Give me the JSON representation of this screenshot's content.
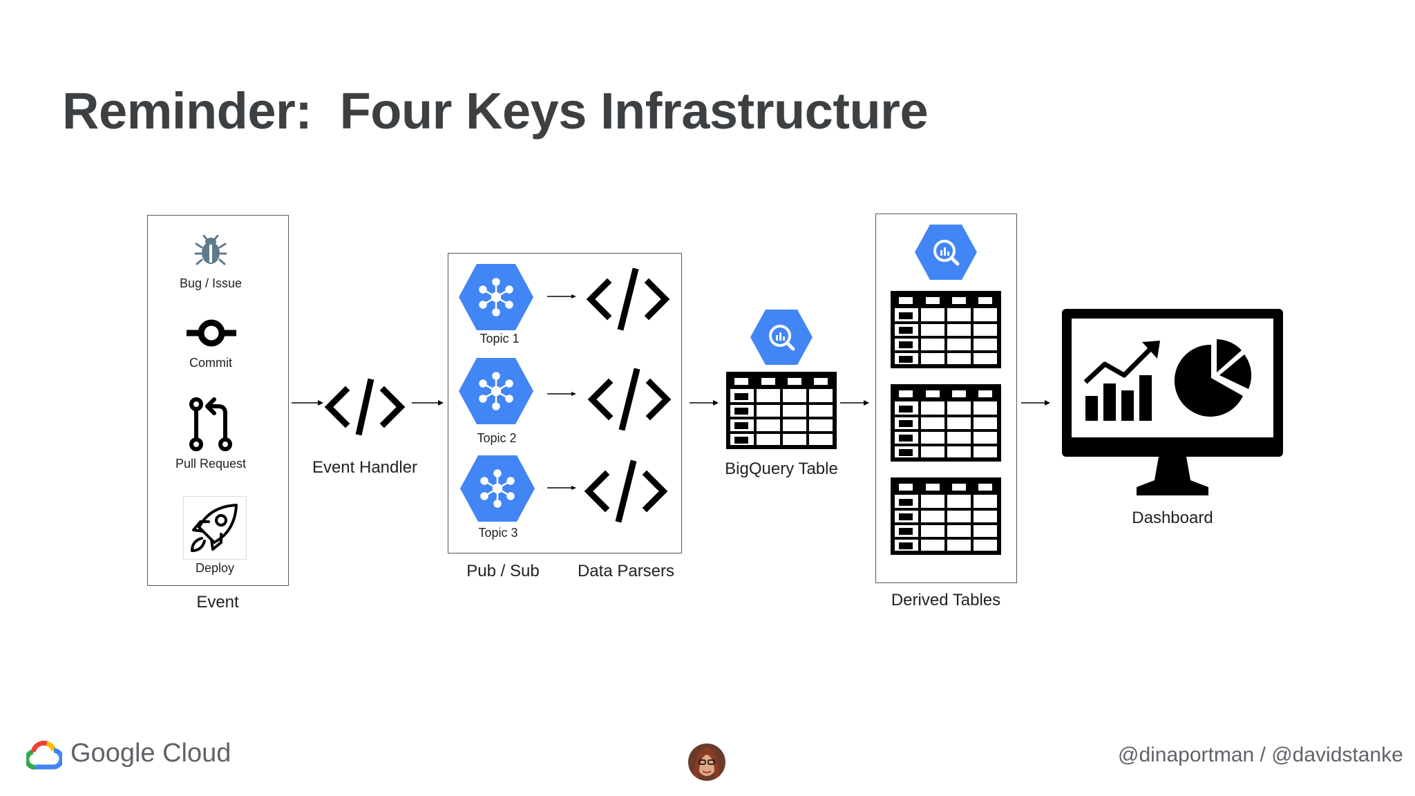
{
  "slide": {
    "title": "Reminder:  Four Keys Infrastructure"
  },
  "diagram": {
    "events": {
      "items": [
        {
          "label": "Bug / Issue",
          "icon": "bug-icon"
        },
        {
          "label": "Commit",
          "icon": "commit-icon"
        },
        {
          "label": "Pull Request",
          "icon": "pull-request-icon"
        },
        {
          "label": "Deploy",
          "icon": "rocket-icon"
        }
      ],
      "caption": "Event"
    },
    "event_handler": {
      "label": "Event Handler",
      "icon": "code-icon"
    },
    "pubsub": {
      "topics": [
        {
          "label": "Topic 1",
          "icon": "pubsub-icon"
        },
        {
          "label": "Topic 2",
          "icon": "pubsub-icon"
        },
        {
          "label": "Topic 3",
          "icon": "pubsub-icon"
        }
      ],
      "caption_left": "Pub / Sub",
      "caption_right": "Data Parsers"
    },
    "bigquery": {
      "label": "BigQuery Table",
      "icon": "bigquery-icon"
    },
    "derived": {
      "label": "Derived Tables",
      "icon": "bigquery-icon"
    },
    "dashboard": {
      "label": "Dashboard",
      "icon": "monitor-chart-icon"
    }
  },
  "footer": {
    "brand": "Google Cloud",
    "handles": "@dinaportman / @davidstanke"
  },
  "colors": {
    "gcp_blue": "#4285f4",
    "gcp_blue_dark": "#3b78e7",
    "title_gray": "#3c4043",
    "google_blue": "#4285f4",
    "google_red": "#ea4335",
    "google_yellow": "#fbbc04",
    "google_green": "#34a853"
  }
}
